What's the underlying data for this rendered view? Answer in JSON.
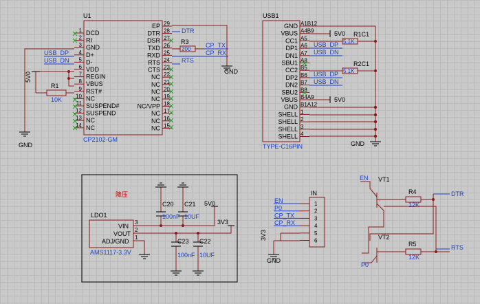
{
  "u1": {
    "ref": "U1",
    "value": "CP2102-GM",
    "left_pins": [
      {
        "num": "1",
        "name": "DCD"
      },
      {
        "num": "2",
        "name": "RI"
      },
      {
        "num": "3",
        "name": "GND"
      },
      {
        "num": "4",
        "name": "D+"
      },
      {
        "num": "5",
        "name": "D-"
      },
      {
        "num": "6",
        "name": "VDD"
      },
      {
        "num": "7",
        "name": "REGIN"
      },
      {
        "num": "8",
        "name": "VBUS"
      },
      {
        "num": "9",
        "name": "RST#"
      },
      {
        "num": "10",
        "name": "NC"
      },
      {
        "num": "11",
        "name": "SUSPEND#"
      },
      {
        "num": "12",
        "name": "SUSPEND"
      },
      {
        "num": "13",
        "name": "NC"
      },
      {
        "num": "14",
        "name": "NC"
      }
    ],
    "right_pins": [
      {
        "num": "29",
        "name": "EP"
      },
      {
        "num": "28",
        "name": "DTR"
      },
      {
        "num": "27",
        "name": "DSR"
      },
      {
        "num": "26",
        "name": "TXD"
      },
      {
        "num": "25",
        "name": "RXD"
      },
      {
        "num": "24",
        "name": "RTS"
      },
      {
        "num": "23",
        "name": "CTS"
      },
      {
        "num": "22",
        "name": "NC"
      },
      {
        "num": "21",
        "name": "NC"
      },
      {
        "num": "20",
        "name": "NC"
      },
      {
        "num": "19",
        "name": "NC"
      },
      {
        "num": "18",
        "name": "NC/VPP"
      },
      {
        "num": "17",
        "name": "NC"
      },
      {
        "num": "16",
        "name": "NC"
      },
      {
        "num": "15",
        "name": "NC"
      }
    ]
  },
  "usb1": {
    "ref": "USB1",
    "value": "TYPE-C16PIN",
    "pins": [
      {
        "num": "A1B12",
        "name": "GND"
      },
      {
        "num": "A4B9",
        "name": "VBUS"
      },
      {
        "num": "A5",
        "name": "CC1"
      },
      {
        "num": "A6",
        "name": "DP1"
      },
      {
        "num": "A7",
        "name": "DN1"
      },
      {
        "num": "A8",
        "name": "SBU1"
      },
      {
        "num": "B5",
        "name": "CC2"
      },
      {
        "num": "B6",
        "name": "DP2"
      },
      {
        "num": "B7",
        "name": "DN2"
      },
      {
        "num": "B8",
        "name": "SBU2"
      },
      {
        "num": "B4A9",
        "name": "VBUS"
      },
      {
        "num": "B1A12",
        "name": "GND"
      },
      {
        "num": "1",
        "name": "SHELL"
      },
      {
        "num": "2",
        "name": "SHELL"
      },
      {
        "num": "3",
        "name": "SHELL"
      },
      {
        "num": "4",
        "name": "SHELL"
      }
    ]
  },
  "nets": {
    "dtr": "DTR",
    "cp_tx": "CP_TX",
    "cp_rx": "CP_RX",
    "rts": "RTS",
    "usb_dp": "USB_DP",
    "usb_dn": "USB_DN",
    "v5": "5V0",
    "v33": "3V3",
    "gnd": "GND",
    "en": "EN",
    "p0": "P0"
  },
  "resistors": {
    "r1": {
      "ref": "R1",
      "value": "10K"
    },
    "r3": {
      "ref": "R3",
      "value": "200"
    },
    "r1c1": {
      "ref": "R1C1",
      "value": "5.1K"
    },
    "r2c1": {
      "ref": "R2C1",
      "value": "5.1K"
    },
    "r4": {
      "ref": "R4",
      "value": "12K"
    },
    "r5": {
      "ref": "R5",
      "value": "12K"
    }
  },
  "ldo": {
    "note": "降压",
    "ref": "LDO1",
    "value": "AMS1117-3.3V",
    "pins": [
      {
        "num": "3",
        "name": "VIN"
      },
      {
        "num": "2",
        "name": "VOUT"
      },
      {
        "num": "1",
        "name": "ADJ/GND"
      }
    ],
    "caps": [
      {
        "ref": "C20",
        "value": "100nF"
      },
      {
        "ref": "C21",
        "value": "10UF"
      },
      {
        "ref": "C23",
        "value": "100nF"
      },
      {
        "ref": "C22",
        "value": "10UF"
      }
    ]
  },
  "header": {
    "ref": "IN",
    "pins": [
      {
        "num": "1",
        "net": "EN"
      },
      {
        "num": "2",
        "net": "P0"
      },
      {
        "num": "3",
        "net": "CP_TX"
      },
      {
        "num": "4",
        "net": "CP_RX"
      },
      {
        "num": "5",
        "net": "3V3"
      },
      {
        "num": "6",
        "net": "GND"
      }
    ]
  },
  "transistors": {
    "vt1": "VT1",
    "vt2": "VT2"
  }
}
